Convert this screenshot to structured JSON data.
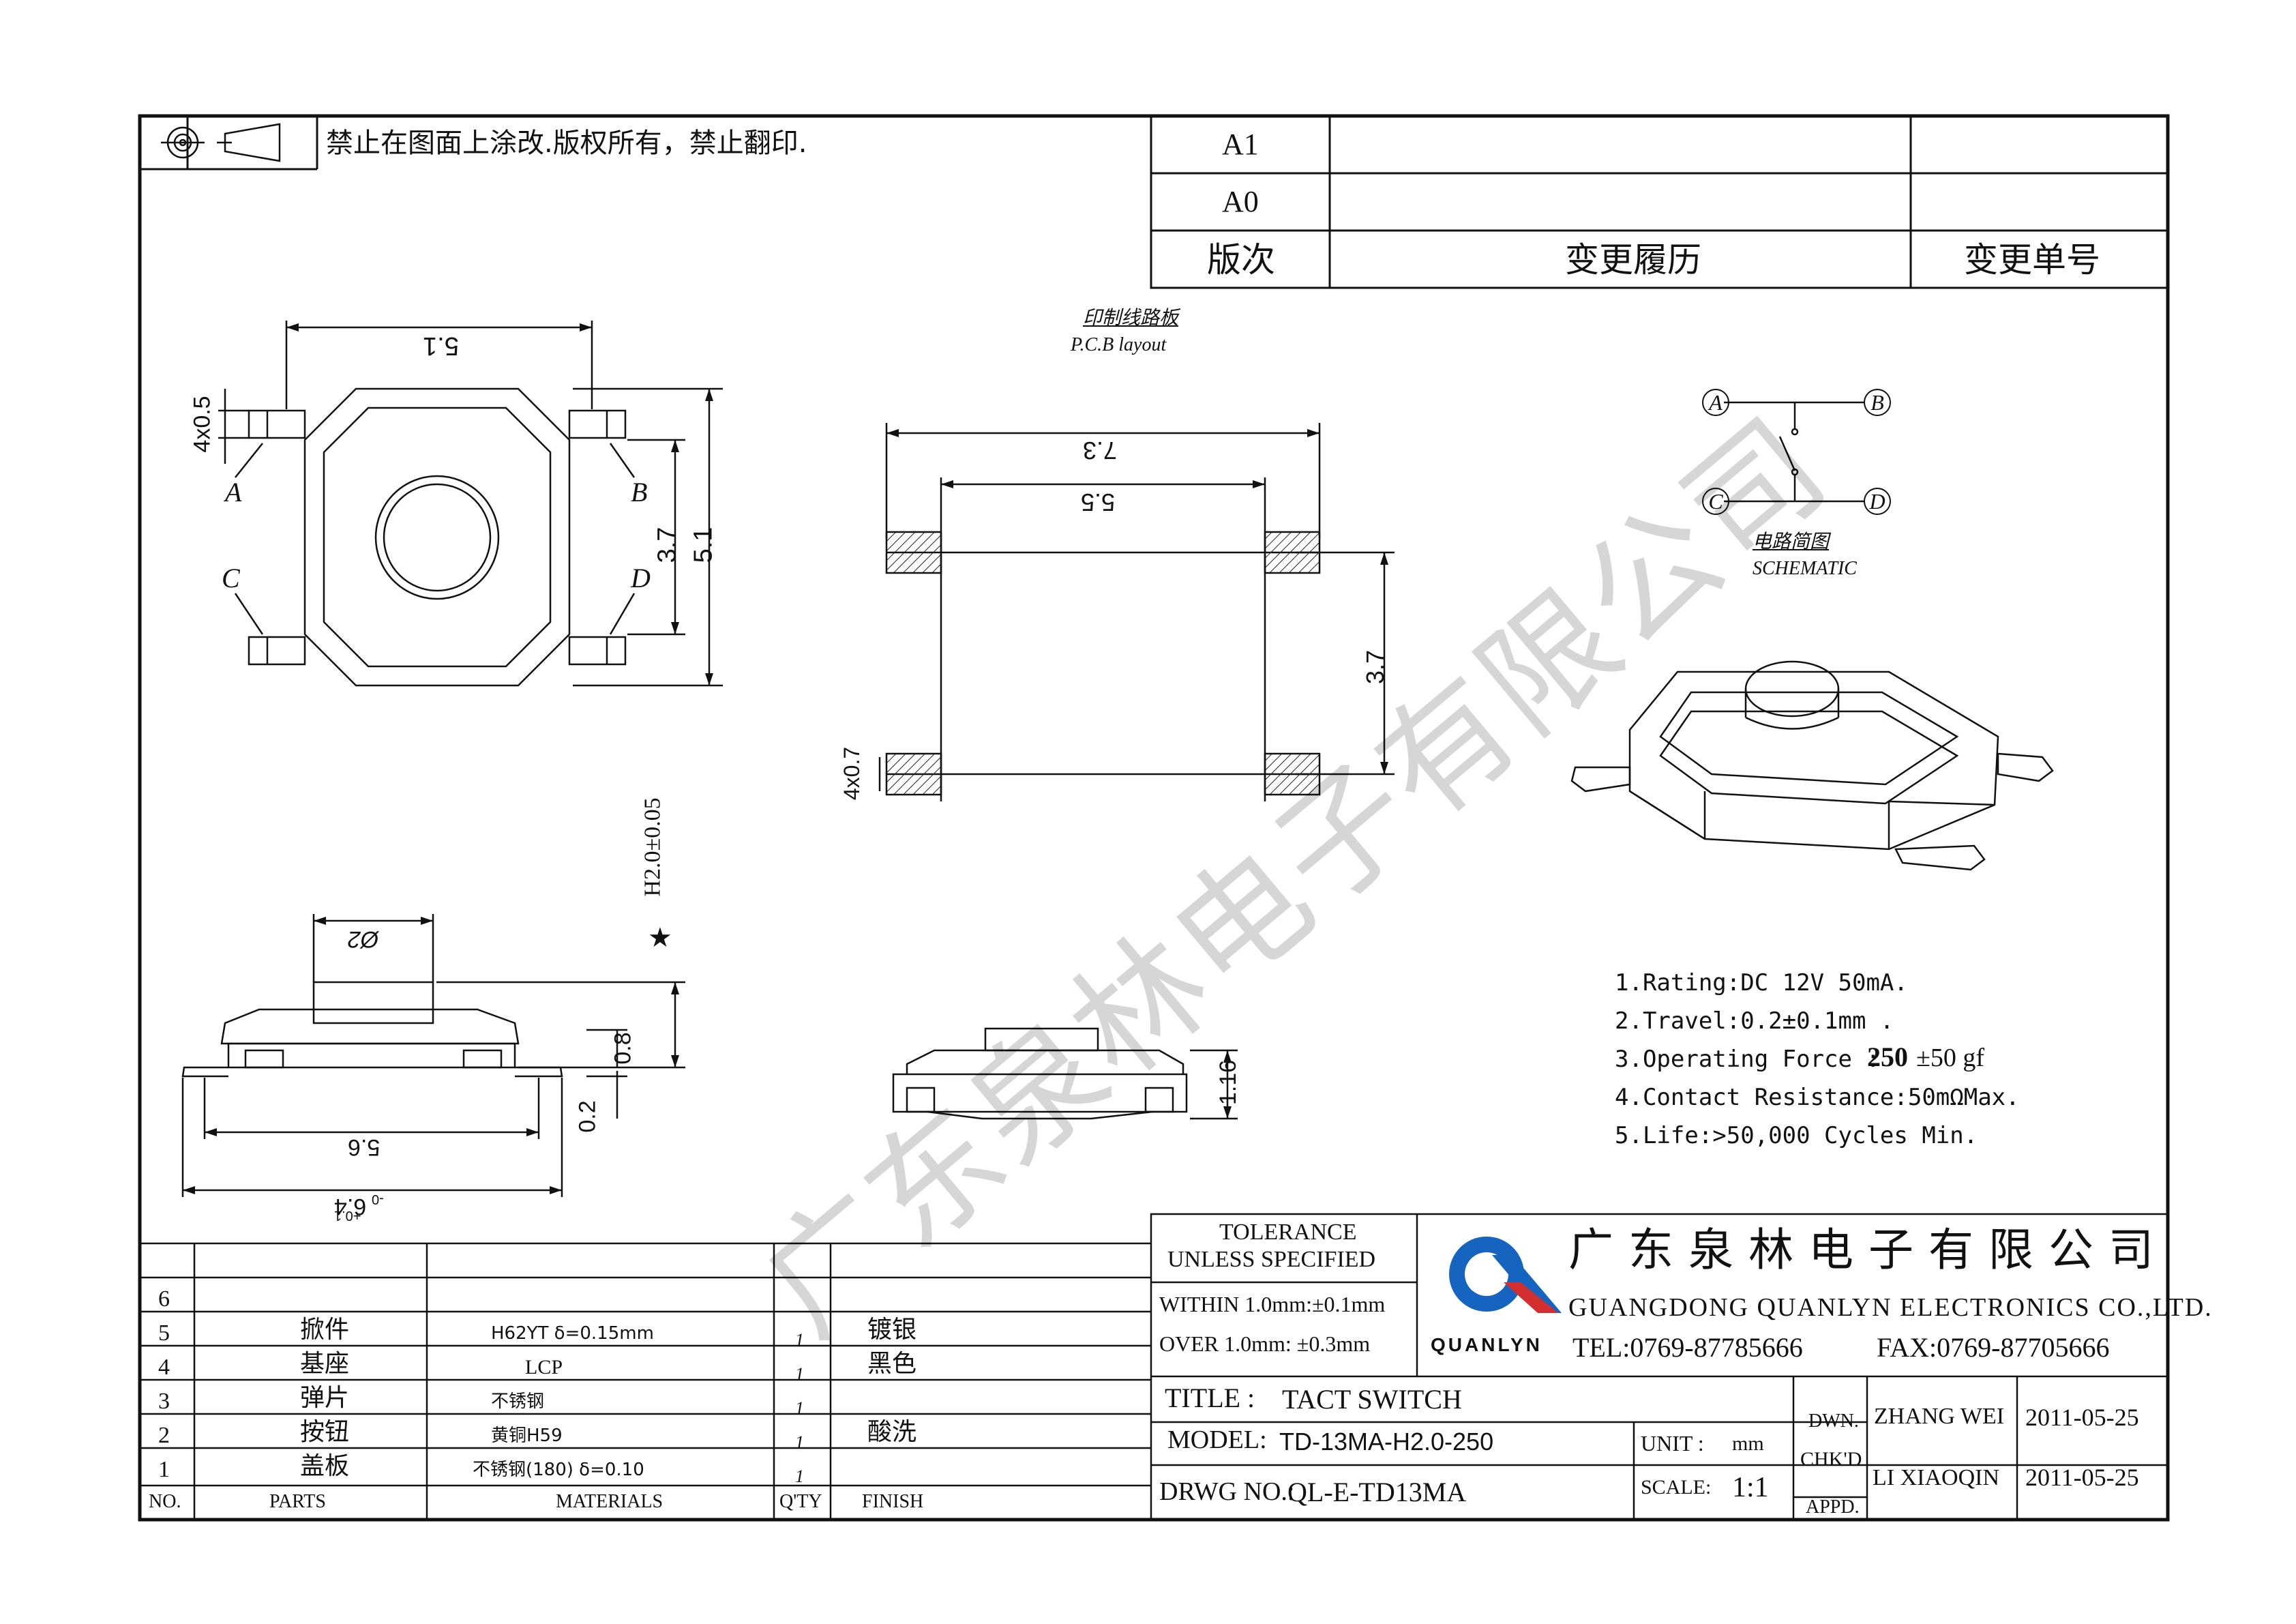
{
  "header": {
    "notice": "禁止在图面上涂改.版权所有，禁止翻印.",
    "revisions": [
      {
        "rev": "A1",
        "history": "",
        "number": ""
      },
      {
        "rev": "A0",
        "history": "",
        "number": ""
      }
    ],
    "col_rev": "版次",
    "col_history": "变更履历",
    "col_number": "变更单号"
  },
  "views": {
    "top_dims": {
      "width": "5.1",
      "height_outer": "5.1",
      "height_inner": "3.7",
      "pins": "4x0.5"
    },
    "pin_labels": [
      "A",
      "B",
      "C",
      "D"
    ],
    "pcb_title_cn": "印制线路板",
    "pcb_title_en": "P.C.B layout",
    "pcb_dims": {
      "outer": "7.3",
      "inner": "5.5",
      "vertical": "3.7",
      "pads": "4x0.7"
    },
    "schematic_labels": [
      "A",
      "B",
      "C",
      "D"
    ],
    "schematic_title_cn": "电路简图",
    "schematic_title_en": "SCHEMATIC",
    "side_dims": {
      "height": "H2.0±0.05",
      "button_dia": "Ø2",
      "body": "0.8",
      "base": "0.2",
      "inner_width": "5.6",
      "total_width": "6.4",
      "total_tol_top": "-0",
      "total_tol_bottom": "+0.1",
      "side_height": "1.16"
    },
    "star": "★"
  },
  "specs": {
    "lines": [
      "1.Rating:DC 12V 50mA.",
      "2.Travel:0.2±0.1mm .",
      "3.Operating Force :",
      "4.Contact Resistance:50mΩMax.",
      "5.Life:>50,000 Cycles Min."
    ],
    "force_value": "250",
    "force_tol": "±50 gf"
  },
  "watermark": "广东泉林电子有限公司",
  "bom": {
    "rows": [
      {
        "no": "6",
        "part": "",
        "material": "",
        "qty": "",
        "finish": ""
      },
      {
        "no": "5",
        "part": "掀件",
        "material": "H62YT  δ=0.15mm",
        "qty": "1",
        "finish": "镀银"
      },
      {
        "no": "4",
        "part": "基座",
        "material": "LCP",
        "qty": "1",
        "finish": "黑色"
      },
      {
        "no": "3",
        "part": "弹片",
        "material": "不锈钢",
        "qty": "1",
        "finish": ""
      },
      {
        "no": "2",
        "part": "按钮",
        "material": "黄铜H59",
        "qty": "1",
        "finish": "酸洗"
      },
      {
        "no": "1",
        "part": "盖板",
        "material": "不锈钢(180)  δ=0.10",
        "qty": "1",
        "finish": ""
      }
    ],
    "headers": {
      "no": "NO.",
      "part": "PARTS",
      "material": "MATERIALS",
      "qty": "Q'TY",
      "finish": "FINISH"
    }
  },
  "title_block": {
    "tol_title1": "TOLERANCE",
    "tol_title2": "UNLESS SPECIFIED",
    "tol_within": "WITHIN 1.0mm:±0.1mm",
    "tol_over": "OVER 1.0mm:   ±0.3mm",
    "logo_text": "QUANLYN",
    "company_cn": "广东泉林电子有限公司",
    "company_en": "GUANGDONG QUANLYN ELECTRONICS CO.,LTD.",
    "tel": "TEL:0769-87785666",
    "fax": "FAX:0769-87705666",
    "title_label": "TITLE :",
    "title_value": "TACT SWITCH",
    "model_label": "MODEL:",
    "model_value": "TD-13MA-H2.0-250",
    "drwg_label": "DRWG NO.:",
    "drwg_value": "QL-E-TD13MA",
    "unit_label": "UNIT :",
    "unit_value": "mm",
    "scale_label": "SCALE:",
    "scale_value": "1:1",
    "dwn": "DWN.",
    "chkd": "CHK'D",
    "appd": "APPD.",
    "drawn_by": "ZHANG WEI",
    "checked_by": "LI XIAOQIN",
    "date1": "2011-05-25",
    "date2": "2011-05-25",
    "brand_color": "#1565c0",
    "brand_red": "#d32f2f"
  }
}
